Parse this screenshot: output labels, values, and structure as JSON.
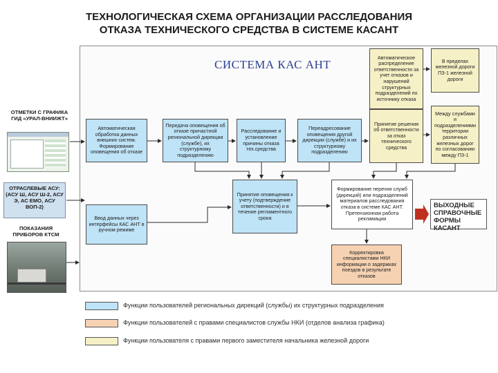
{
  "title": {
    "line1": "ТЕХНОЛОГИЧЕСКАЯ СХЕМА ОРГАНИЗАЦИИ РАССЛЕДОВАНИЯ",
    "line2": "ОТКАЗА ТЕХНИЧЕСКОГО СРЕДСТВА В СИСТЕМЕ КАСАНТ"
  },
  "system_label": "СИСТЕМА КАС АНТ",
  "side_sources": {
    "gid": "ОТМЕТКИ С ГРАФИКА ГИД «УРАЛ-ВНИИЖТ»",
    "asu": "ОТРАСЛЕВЫЕ АСУ: (АСУ Ш, АСУ Ш-2, АСУ Э, АС ЕМО, АСУ ВОП-2)",
    "ktsm": "ПОКАЗАНИЯ ПРИБОРОВ КТСМ"
  },
  "boxes": {
    "auto_processing": "Автоматическая обработка данных внешних систем. Формирование оповещения об отказе",
    "notify_transfer": "Передача оповещения об отказе причастной региональной дирекции (службе), их структурному подразделению",
    "investigation": "Расследование и установление причины отказа тех.средства",
    "redirect": "Переадресование оповещения другой дирекции (службе) и их структурному подразделению",
    "auto_account": "Автоматическое распределение ответственности за учет отказов и нарушений структурных подразделений по источнику отказа",
    "responsibility": "Принятие решения об ответственности за отказ технического средства",
    "in_road": "В пределах железной дороги ПЗ-1 железной дороги",
    "between_roads": "Между службами и подразделениями территории различных железных дорог по согласованию между ПЗ-1",
    "manual_input": "Ввод данных через интерфейсы КАС АНТ в ручном режиме",
    "accept": "Принятие оповещения к учету (подтверждение ответственности) и в течение регламентного срока",
    "form_list": "Формирование перечня служб (дирекций) или подразделений материалов расследования отказа в системе КАС АНТ. Претензионная работа рекламации",
    "nki_correction": "Корректировка специалистами НКИ информации о задержках поездов в результате отказов"
  },
  "output_label": "ВЫХОДНЫЕ СПРАВОЧНЫЕ ФОРМЫ КАСАНТ",
  "legend": [
    {
      "text": "Функции пользователей региональных дирекций (службы) их структурных подразделения",
      "color": "#bfe3f7"
    },
    {
      "text": "Функции пользователей с правами специалистов службы НКИ (отделов анализа графика)",
      "color": "#f6d2b2"
    },
    {
      "text": "Функции пользователя с правами первого заместителя начальника железной дороги",
      "color": "#f6f0c6"
    }
  ]
}
